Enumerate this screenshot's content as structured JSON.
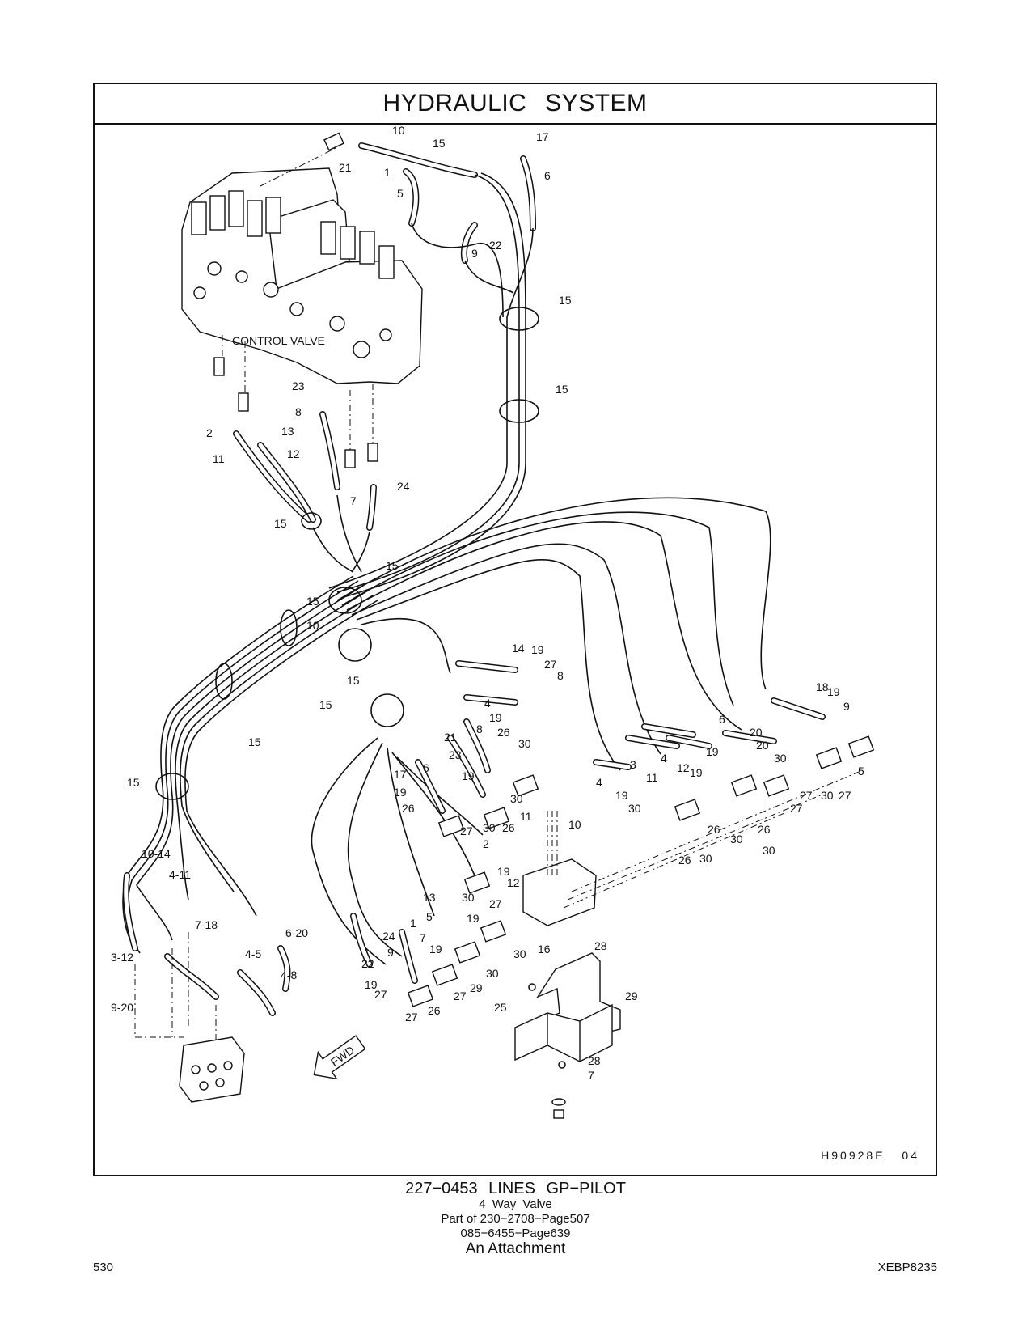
{
  "title": "HYDRAULIC SYSTEM",
  "drawing": {
    "component_label": "CONTROL VALVE",
    "fwd_label": "FWD",
    "drawing_id": "H90928E 04",
    "callouts": [
      "10",
      "21",
      "1",
      "5",
      "15",
      "17",
      "6",
      "9",
      "22",
      "15",
      "15",
      "23",
      "8",
      "2",
      "13",
      "11",
      "12",
      "24",
      "7",
      "15",
      "15",
      "15",
      "15",
      "15",
      "15",
      "15",
      "10",
      "14",
      "19",
      "27",
      "8",
      "4",
      "19",
      "26",
      "30",
      "30",
      "10",
      "8",
      "21",
      "23",
      "6",
      "17",
      "19",
      "19",
      "26",
      "27",
      "30",
      "26",
      "11",
      "2",
      "19",
      "12",
      "13",
      "5",
      "1",
      "7",
      "24",
      "9",
      "22",
      "19",
      "19",
      "19",
      "27",
      "27",
      "27",
      "26",
      "27",
      "30",
      "30",
      "16",
      "28",
      "30",
      "29",
      "25",
      "29",
      "28",
      "7",
      "18",
      "19",
      "9",
      "6",
      "20",
      "20",
      "19",
      "30",
      "27",
      "30",
      "27",
      "5",
      "4",
      "12",
      "3",
      "11",
      "4",
      "19",
      "19",
      "30",
      "27",
      "26",
      "30",
      "26",
      "30",
      "26",
      "30",
      "10-14",
      "4-11",
      "7-18",
      "6-20",
      "3-12",
      "4-5",
      "4-8",
      "9-20"
    ]
  },
  "caption": {
    "part_number_title": "227−0453  LINES GP−PILOT",
    "line1": "4  Way  Valve",
    "line2": "Part of 230−2708−Page507",
    "line3": "085−6455−Page639",
    "line4": "An Attachment"
  },
  "footer": {
    "page_number": "530",
    "document_id": "XEBP8235"
  }
}
